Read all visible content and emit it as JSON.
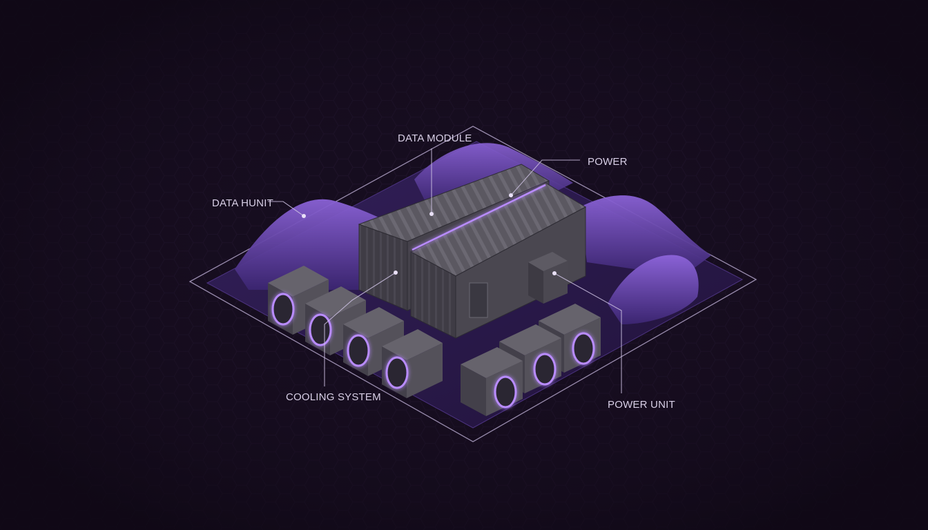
{
  "labels": {
    "data_module": "DATA MODULE",
    "power": "POWER",
    "data_hunit": "DATA HUNIT",
    "cooling_system": "COOLING SYSTEM",
    "power_unit": "POWER UNIT"
  },
  "colors": {
    "background": "#150c1d",
    "accent": "#9b6cf0",
    "glow": "#b98cff",
    "container": "#4a4750",
    "platform": "#2a1a48",
    "hill": "#6a48b8",
    "label": "#d8cfe6"
  }
}
